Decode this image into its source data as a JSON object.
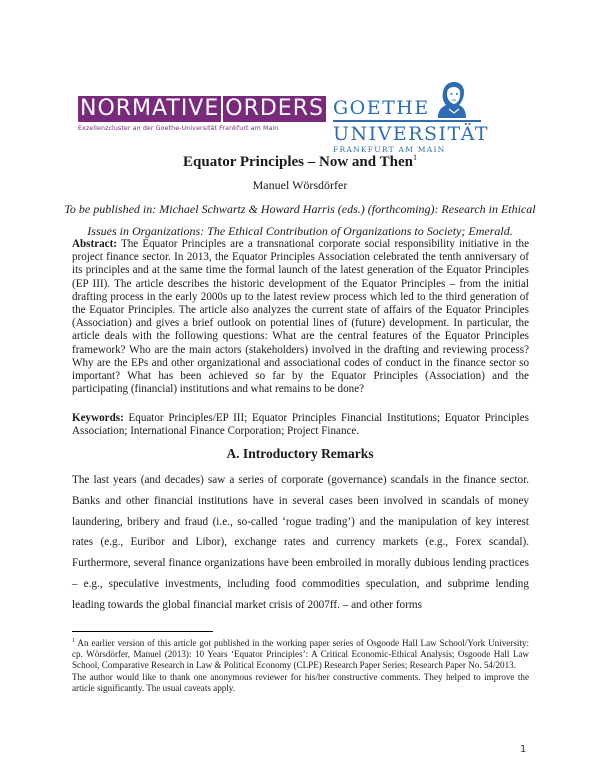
{
  "logos": {
    "normative_orders": {
      "word1": "NORMATIVE",
      "word2": "ORDERS",
      "subtitle": "Exzellenzcluster an der Goethe-Universität Frankfurt am Main",
      "color": "#7a2a7c"
    },
    "goethe_university": {
      "line1": "GOETHE",
      "line2": "UNIVERSITÄT",
      "line3": "FRANKFURT AM MAIN",
      "color": "#2e6db4"
    }
  },
  "paper": {
    "title": "Equator Principles – Now and Then",
    "title_footnote_mark": "1",
    "author": "Manuel Wörsdörfer",
    "publication_note": "To be published in: Michael Schwartz & Howard Harris (eds.) (forthcoming): Research in Ethical Issues in Organizations: The Ethical Contribution of Organizations to Society; Emerald.",
    "abstract_label": "Abstract:",
    "abstract_text": " The Equator Principles are a transnational corporate social responsibility initiative in the project finance sector. In 2013, the Equator Principles Association celebrated the tenth anniversary of its principles and at the same time the formal launch of the latest generation of the Equator Principles (EP III). The article describes the historic development of the Equator Principles – from the initial drafting process in the early 2000s up to the latest review process which led to the third generation of the Equator Principles. The article also analyzes the current state of affairs of the Equator Principles (Association) and gives a brief outlook on potential lines of (future) development. In particular, the article deals with the following questions: What are the central features of the Equator Principles framework? Who are the main actors (stakeholders) involved in the drafting and reviewing process? Why are the EPs and other organizational and associational codes of conduct in the finance sector so important? What has been achieved so far by the Equator Principles (Association) and the participating (financial) institutions and what remains to be done?",
    "keywords_label": "Keywords:",
    "keywords_text": " Equator Principles/EP III; Equator Principles Financial Institutions; Equator Principles Association; International Finance Corporation; Project Finance.",
    "section_heading": "A. Introductory Remarks",
    "body_paragraph": "The last years (and decades) saw a series of corporate (governance) scandals in the finance sector. Banks and other financial institutions have in several cases been involved in scandals of money laundering, bribery and fraud (i.e., so-called ‘rogue trading’) and the manipulation of key interest rates (e.g., Euribor and Libor), exchange rates and currency markets (e.g., Forex scandal). Furthermore, several finance organizations have been embroiled in morally dubious lending practices – e.g., speculative investments, including food commodities speculation, and subprime lending leading towards the global financial market crisis of 2007ff. – and other forms",
    "footnote_mark": "1",
    "footnote_text": " An earlier version of this article got published in the working paper series of Osgoode Hall Law School/York University: cp. Wörsdörfer, Manuel (2013): 10 Years ‘Equator Principles’: A Critical Economic-Ethical Analysis; Osgoode Hall Law School, Comparative Research in Law & Political Economy (CLPE) Research Paper Series; Research Paper No. 54/2013.",
    "footnote_thanks": "The author would like to thank one anonymous reviewer for his/her constructive comments. They helped to improve the article significantly. The usual caveats apply.",
    "page_number": "1"
  }
}
